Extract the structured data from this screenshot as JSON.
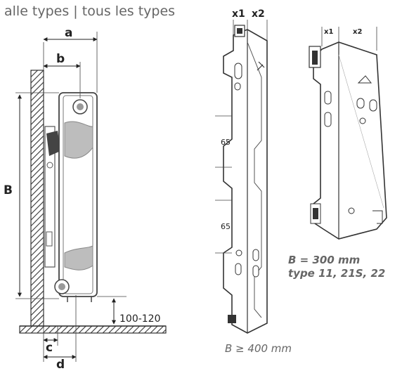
{
  "header": {
    "caption": "alle types | tous les types"
  },
  "left_diagram": {
    "dim_a": "a",
    "dim_b": "b",
    "dim_B": "B",
    "dim_c": "c",
    "dim_d": "d",
    "floor_gap": "100-120"
  },
  "bracket_large": {
    "x1": "x1",
    "x2": "x2",
    "spacing_top": "65",
    "spacing_bottom": "65",
    "caption": "B ≥ 400 mm"
  },
  "bracket_small": {
    "x1": "x1",
    "x2": "x2",
    "caption_line1": "B = 300 mm",
    "caption_line2": "type 11, 21S, 22"
  }
}
